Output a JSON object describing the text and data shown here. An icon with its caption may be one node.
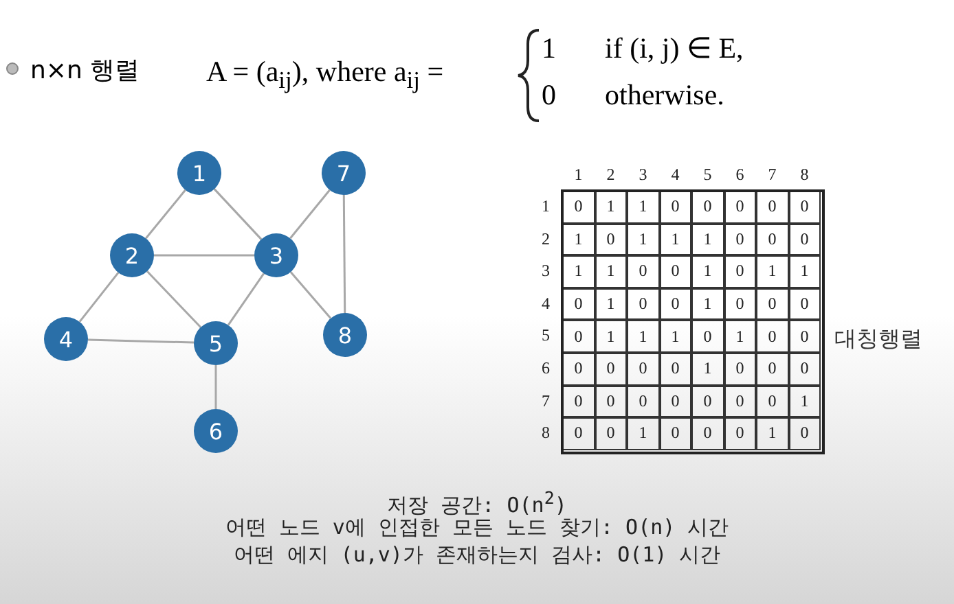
{
  "diagram": {
    "nodes": [
      {
        "text": [
          "1"
        ]
      },
      {
        "text": [
          "2"
        ]
      },
      {
        "text": [
          "3"
        ]
      },
      {
        "text": [
          "4"
        ]
      },
      {
        "text": [
          "5"
        ]
      },
      {
        "text": [
          "6"
        ]
      },
      {
        "text": [
          "7"
        ]
      },
      {
        "text": [
          "8"
        ]
      }
    ],
    "edges": [
      {
        "from": 0,
        "to": 1,
        "arrow": "none"
      },
      {
        "from": 0,
        "to": 2,
        "arrow": "none"
      },
      {
        "from": 1,
        "to": 2,
        "arrow": "none"
      },
      {
        "from": 1,
        "to": 3,
        "arrow": "none"
      },
      {
        "from": 1,
        "to": 4,
        "arrow": "none"
      },
      {
        "from": 2,
        "to": 4,
        "arrow": "none"
      },
      {
        "from": 2,
        "to": 6,
        "arrow": "none"
      },
      {
        "from": 2,
        "to": 7,
        "arrow": "none"
      },
      {
        "from": 3,
        "to": 4,
        "arrow": "none"
      },
      {
        "from": 4,
        "to": 5,
        "arrow": "none"
      },
      {
        "from": 6,
        "to": 7,
        "arrow": "none"
      }
    ],
    "labels": [
      "n×n 행렬",
      "A = (a$_{ij}$),  where a$_{ij}$ =",
      "1",
      "if (i, j) ∈ E,",
      "0",
      "otherwise.",
      "1",
      "2",
      "3",
      "4",
      "5",
      "6",
      "7",
      "8",
      "1",
      "0",
      "1",
      "1",
      "0",
      "0",
      "0",
      "0",
      "0",
      "2",
      "1",
      "0",
      "1",
      "1",
      "1",
      "0",
      "0",
      "0",
      "3",
      "1",
      "1",
      "0",
      "0",
      "1",
      "0",
      "1",
      "1",
      "4",
      "0",
      "1",
      "0",
      "0",
      "1",
      "0",
      "0",
      "0",
      "5",
      "0",
      "1",
      "1",
      "1",
      "0",
      "1",
      "0",
      "0",
      "6",
      "0",
      "0",
      "0",
      "0",
      "1",
      "0",
      "0",
      "0",
      "7",
      "0",
      "0",
      "0",
      "0",
      "0",
      "0",
      "0",
      "1",
      "8",
      "0",
      "0",
      "1",
      "0",
      "0",
      "0",
      "1",
      "0",
      "대칭행렬",
      "저장 공간: O(n$^{2}$)",
      "어떤 노드 v에 인접한 모든 노드 찾기: O(n) 시간",
      "어떤 에지 (u,v)가 존재하는지 검사: O(1) 시간"
    ]
  }
}
